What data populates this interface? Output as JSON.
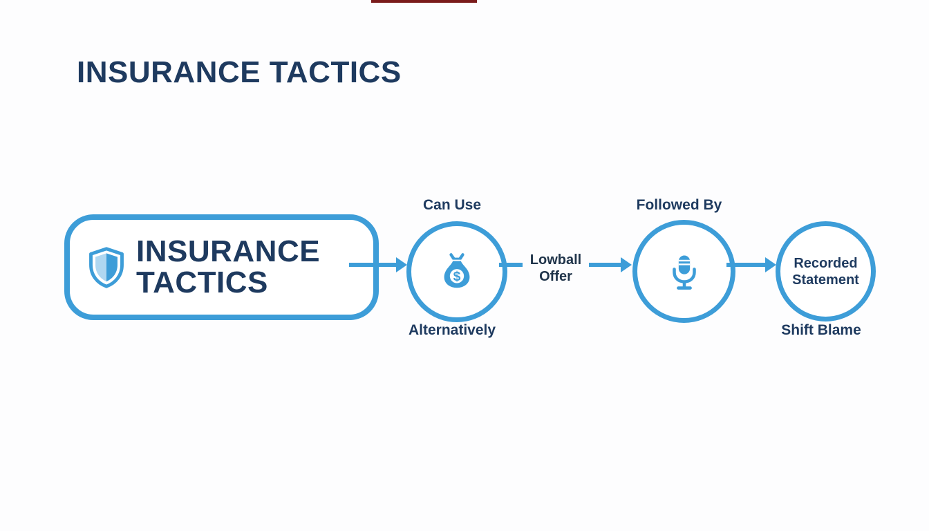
{
  "page": {
    "heading": "INSURANCE TACTICS"
  },
  "colors": {
    "accent_blue": "#3D9DD8",
    "navy_text": "#1E3A5F",
    "red_accent_bar": "#7A1B1B",
    "background": "#FDFDFE"
  },
  "icons": {
    "root_icon": "shield-icon",
    "money_node_icon": "money-bag-icon",
    "mic_node_icon": "microphone-icon",
    "money_symbol": "$"
  },
  "diagram": {
    "root": {
      "line1": "INSURANCE",
      "line2": "TACTICS"
    },
    "node_money": {
      "label_above": "Can Use",
      "label_below": "Alternatively"
    },
    "edge_lowball": {
      "line1": "Lowball",
      "line2": "Offer"
    },
    "node_mic": {
      "label_above": "Followed By"
    },
    "node_recorded": {
      "line1": "Recorded",
      "line2": "Statement",
      "label_below": "Shift Blame"
    }
  }
}
